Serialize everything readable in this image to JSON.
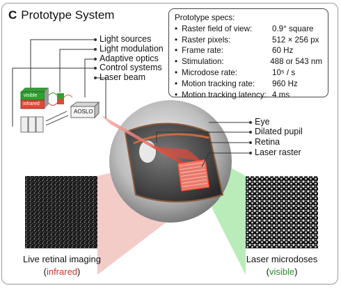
{
  "panel": {
    "letter": "C",
    "title": "Prototype System"
  },
  "specs": {
    "heading": "Prototype specs:",
    "rows": [
      {
        "label": "Raster field of view:",
        "value": "0.9° square"
      },
      {
        "label": "Raster pixels:",
        "value": "512 × 256 px"
      },
      {
        "label": "Frame rate:",
        "value": "60 Hz"
      },
      {
        "label": "Stimulation:",
        "value": "488 or 543 nm"
      },
      {
        "label": "Microdose rate:",
        "value": "10⁵ / s"
      },
      {
        "label": "Motion tracking rate:",
        "value": "960 Hz"
      },
      {
        "label": "Motion tracking latency:",
        "value": "4 ms"
      }
    ]
  },
  "system_labels": [
    "Light sources",
    "Light modulation",
    "Adaptive optics",
    "Control systems",
    "Laser beam"
  ],
  "device": {
    "box_label": "AOSLO",
    "green_label": "visible",
    "red_label": "infrared"
  },
  "eye_labels": [
    "Eye",
    "Dilated pupil",
    "Retina",
    "Laser raster"
  ],
  "captions": {
    "left_main": "Live retinal imaging",
    "left_sub": "infrared",
    "right_main": "Laser microdoses",
    "right_sub": "visible"
  }
}
